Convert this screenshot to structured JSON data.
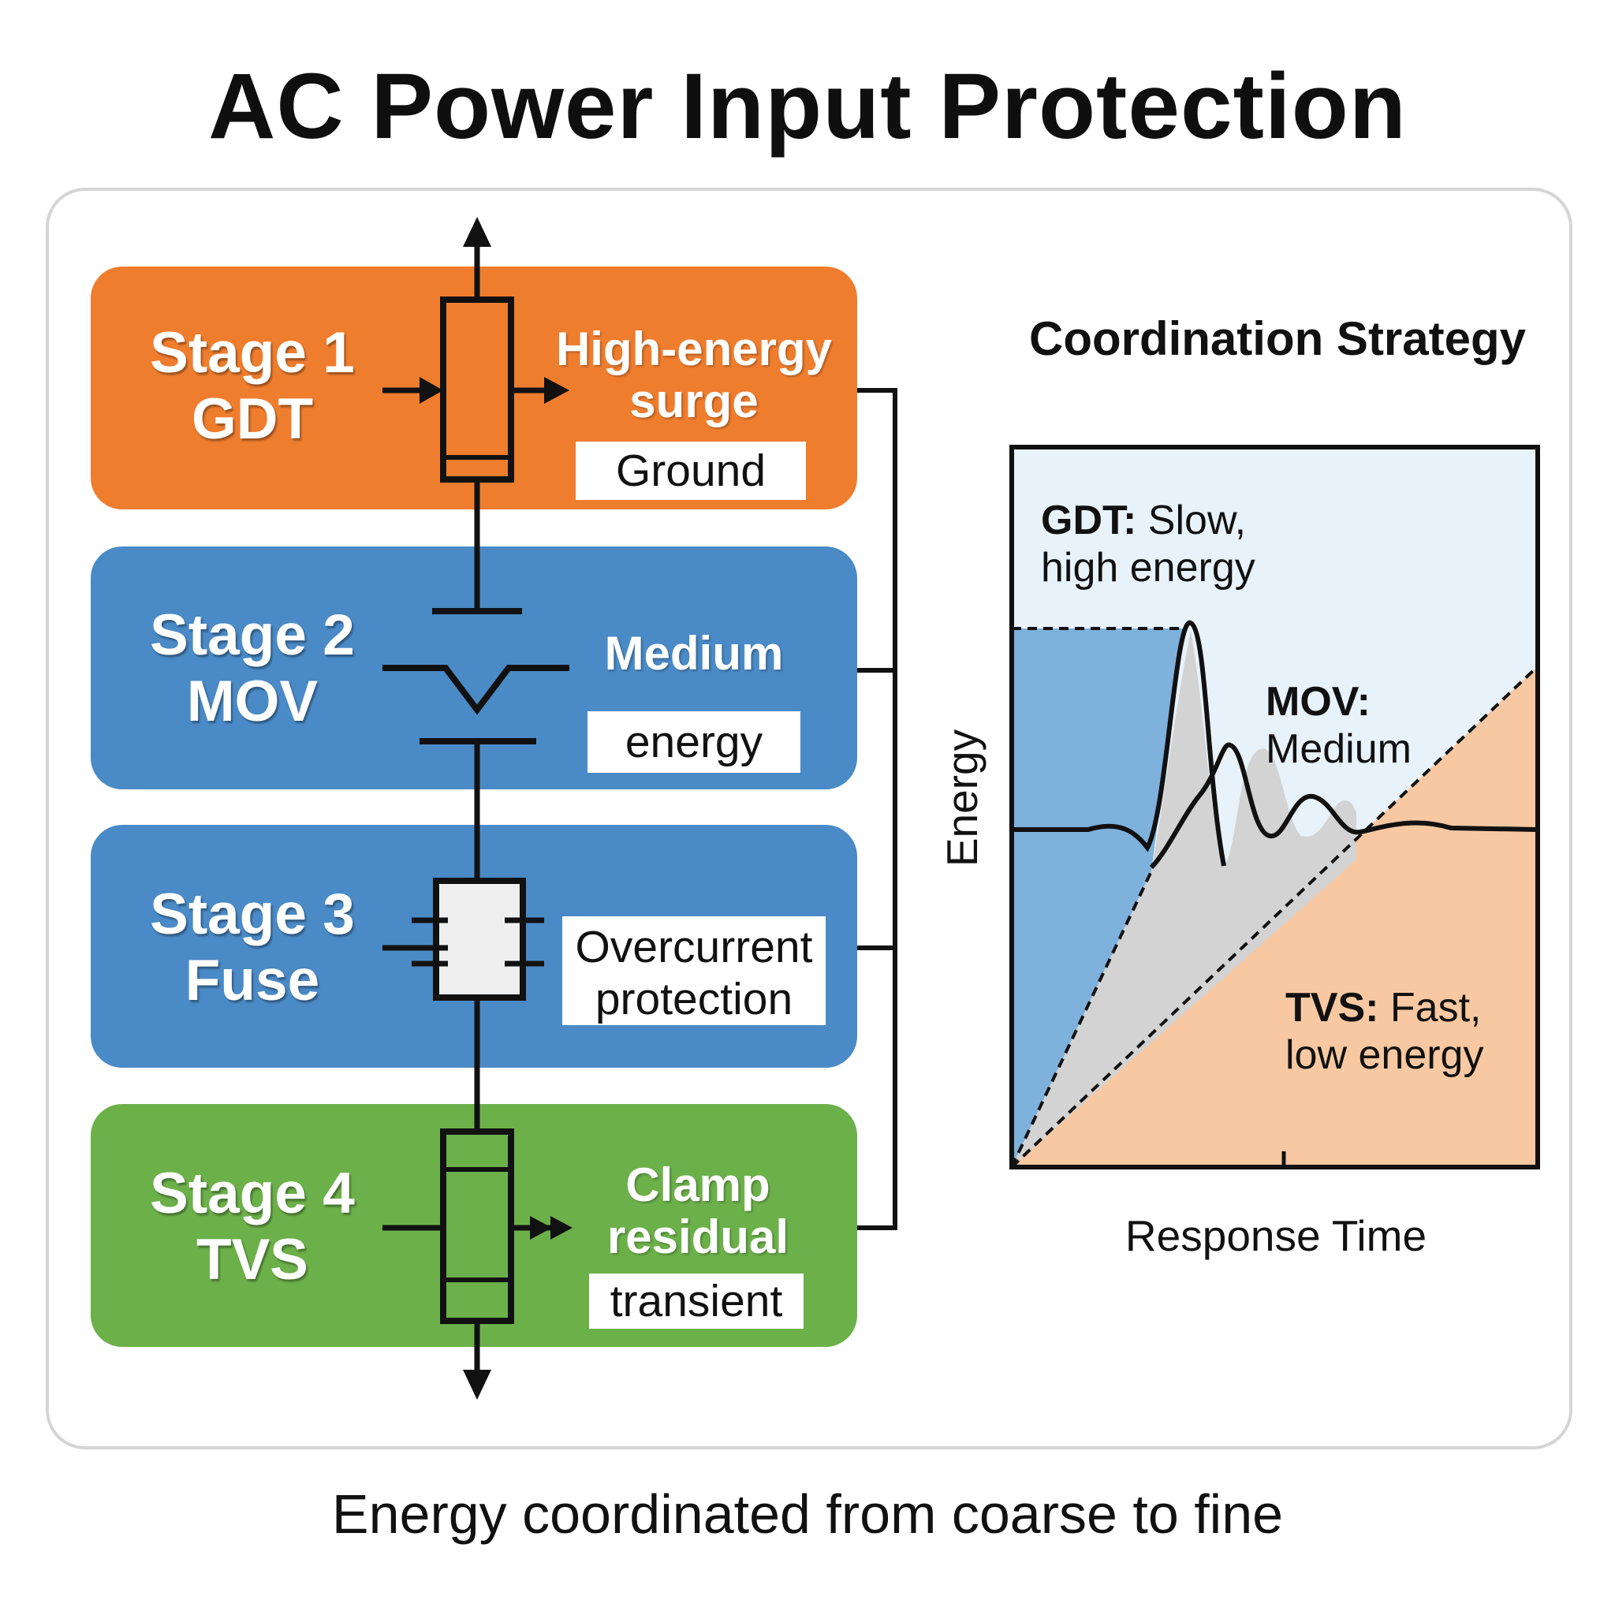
{
  "title": "AC Power Input Protection",
  "stages": [
    {
      "line1": "Stage 1",
      "line2": "GDT",
      "desc": [
        "High-energy",
        "surge"
      ],
      "box": [
        "Ground"
      ],
      "color": "#ef7d2e"
    },
    {
      "line1": "Stage 2",
      "line2": "MOV",
      "desc": [
        "Medium"
      ],
      "box": [
        "energy"
      ],
      "color": "#4a8ac6"
    },
    {
      "line1": "Stage 3",
      "line2": "Fuse",
      "desc": [],
      "box": [
        "Overcurrent",
        "protection"
      ],
      "color": "#4a8ac6"
    },
    {
      "line1": "Stage 4",
      "line2": "TVS",
      "desc": [
        "Clamp",
        "residual"
      ],
      "box": [
        "transient"
      ],
      "color": "#6cb04a"
    }
  ],
  "panel": {
    "title": "Coordination Strategy",
    "xlabel": "Response Time",
    "ylabel": "Energy",
    "gdt": {
      "name": "GDT:",
      "line1": "Slow,",
      "line2": "high energy"
    },
    "mov": {
      "name": "MOV:",
      "line1": "Medium"
    },
    "tvs": {
      "name": "TVS:",
      "line1": "Fast,",
      "line2": "low energy"
    },
    "colors": {
      "gdt": "#7eb1dc",
      "mov": "#d3d3d3",
      "tvs": "#f7c8a1",
      "sky": "#e8f2fa"
    }
  },
  "footer": "Energy coordinated from coarse to fine"
}
